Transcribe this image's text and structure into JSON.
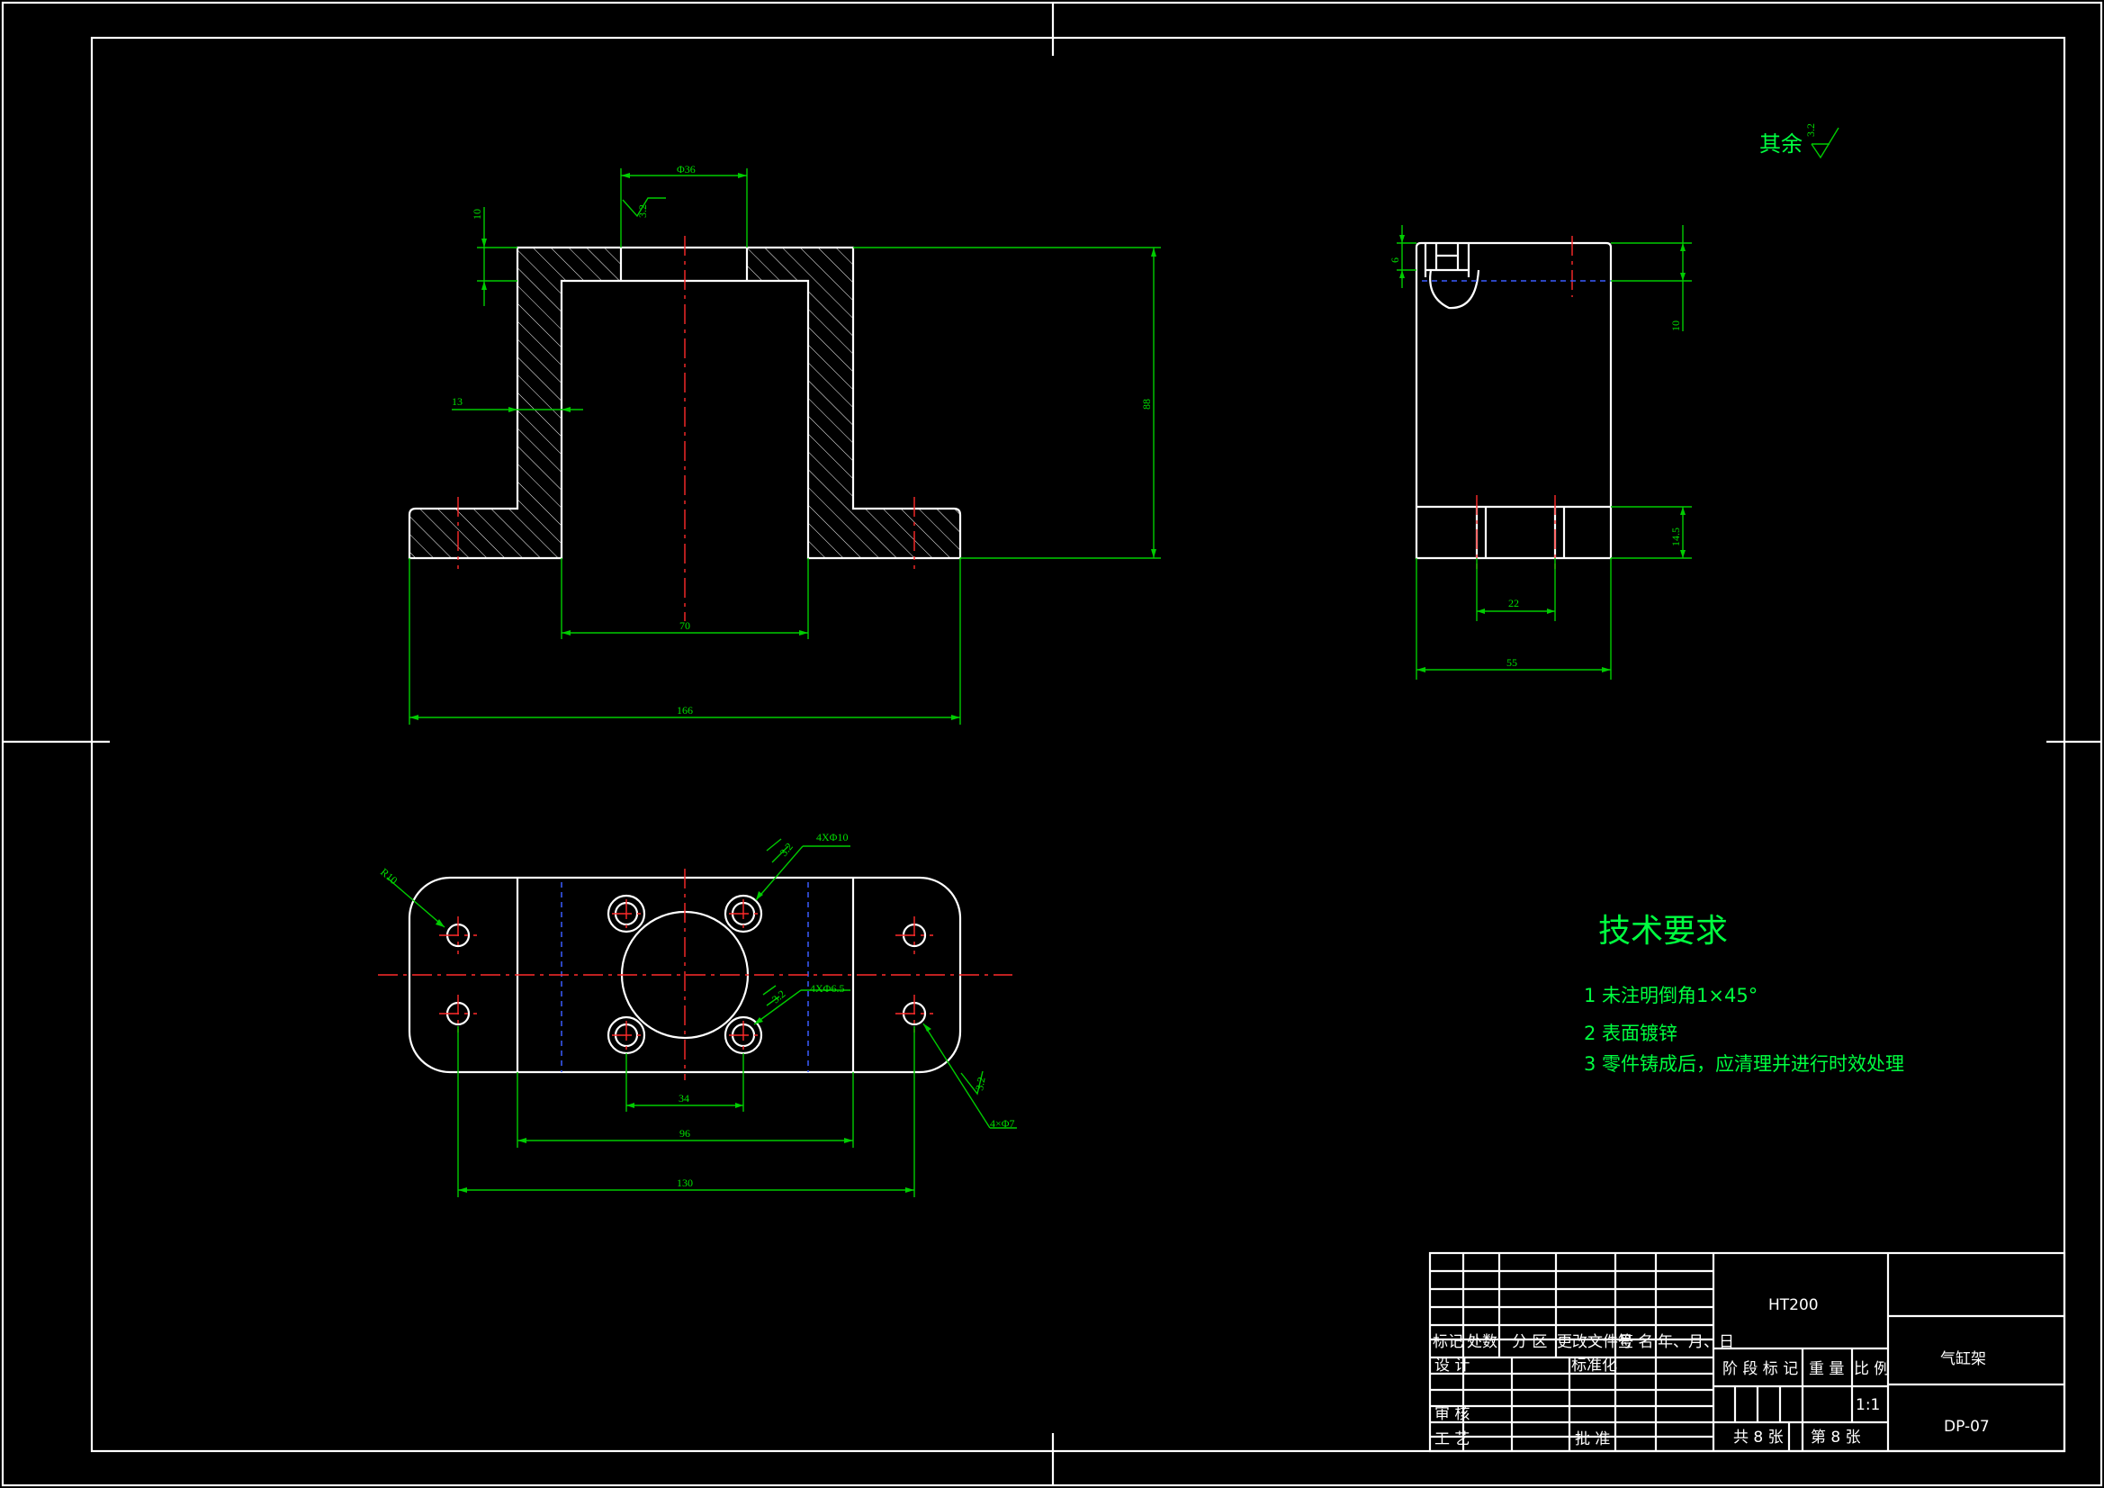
{
  "roughness": {
    "label": "其余",
    "value": "3.2"
  },
  "tech": {
    "title": "技术要求",
    "items": [
      "1 未注明倒角1×45°",
      "2 表面镀锌",
      "3 零件铸成后，应清理并进行时效处理"
    ]
  },
  "front_view": {
    "dims": {
      "bore": "Φ36",
      "roughness": "3.2",
      "top_thick": "10",
      "wall": "13",
      "height": "88",
      "inner": "70",
      "overall": "166"
    }
  },
  "side_view": {
    "dims": {
      "top": "6",
      "ten": "10",
      "base": "14.5",
      "slot": "22",
      "width": "55"
    }
  },
  "top_view": {
    "dims": {
      "r": "R10",
      "holes_a": "4XΦ10",
      "holes_b": "4XΦ6.5",
      "rough_a": "3.2",
      "rough_b": "3.2",
      "rough_c": "3.2",
      "holes_c": "4×Φ7",
      "d34": "34",
      "d96": "96",
      "d130": "130"
    }
  },
  "title_block": {
    "material": "HT200",
    "part_name": "气缸架",
    "drawing_no": "DP-07",
    "scale": "1:1",
    "headers": [
      "标记",
      "处数",
      "分 区",
      "更改文件号",
      "签 名",
      "年、月、日"
    ],
    "design": "设 计",
    "standard": "标准化",
    "review": "审 核",
    "process": "工 艺",
    "approve": "批 准",
    "stage": "阶 段 标 记",
    "weight": "重 量",
    "ratio": "比 例",
    "sheets_total": "共 8  张",
    "sheets_no": "第  8 张"
  }
}
